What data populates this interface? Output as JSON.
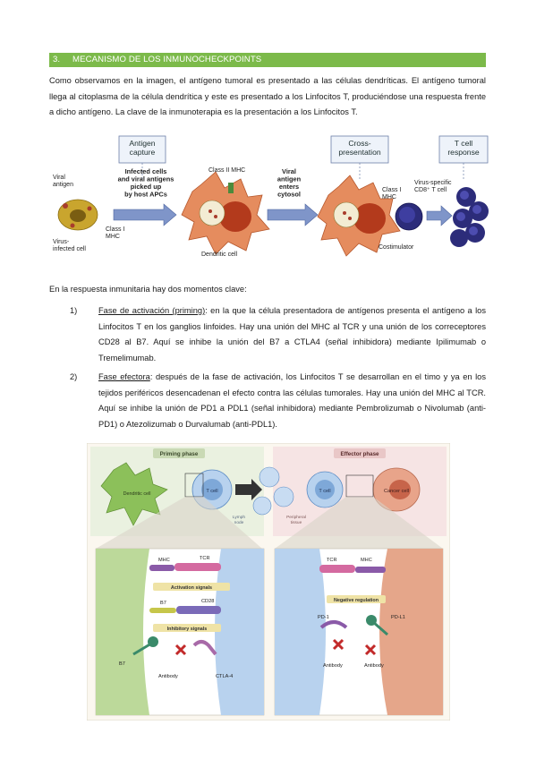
{
  "section": {
    "number": "3.",
    "title": "MECANISMO DE LOS INMUNOCHECKPOINTS",
    "color": "#7cba4a"
  },
  "intro_text": "Como observamos en la imagen, el antígeno tumoral es presentado a las células dendríticas. El antígeno tumoral llega al citoplasma de la célula dendrítica y este es presentado a los Linfocitos T, produciéndose una respuesta frente a dicho antígeno. La clave de la inmunoterapia es la presentación a los Linfocitos T.",
  "figure1": {
    "stage_antigen_capture": "Antigen capture",
    "stage_cross_presentation": "Cross-presentation",
    "stage_t_cell_response": "T cell response",
    "label_viral_antigen": "Viral antigen",
    "label_virus_infected": "Virus-infected cell",
    "label_class1_mhc_left": "Class I MHC",
    "label_infected_cells": "Infected cells and viral antigens picked up by host APCs",
    "label_class2_mhc": "Class II MHC",
    "label_dendritic_cell": "Dendritic cell",
    "label_viral_enters": "Viral antigen enters cytosol",
    "label_class1_mhc_right": "Class I MHC",
    "label_virus_specific": "Virus-specific CD8⁺ T cell",
    "label_costimulator": "Costimulator"
  },
  "moments_text": "En la respuesta inmunitaria hay dos momentos clave:",
  "list": [
    {
      "num": "1)",
      "term": "Fase de activación (priming)",
      "text": ": en la que la célula presentadora de antígenos presenta el antígeno a los Linfocitos T en los ganglios linfoides. Hay una unión del MHC al TCR y una unión de los correceptores CD28 al B7. Aquí se inhibe la unión del B7 a CTLA4 (señal inhibidora) mediante Ipilimumab o Tremelimumab."
    },
    {
      "num": "2)",
      "term": "Fase efectora",
      "text": ": después de la fase de activación, los Linfocitos T se desarrollan en el timo y ya en los tejidos periféricos desencadenan el efecto contra las células tumorales. Hay una unión del MHC al TCR. Aquí se inhibe la unión de PD1 a PDL1 (señal inhibidora) mediante Pembrolizumab o Nivolumab (anti-PD1) o Atezolizumab o Durvalumab (anti-PDL1)."
    }
  ],
  "figure2": {
    "priming_phase": "Priming phase",
    "effector_phase": "Effector phase",
    "dendritic_cell": "Dendritic cell",
    "t_cell_left": "T cell",
    "t_cell_right": "T cell",
    "cancer_cell": "Cancer cell",
    "lymph_node": "Lymph node",
    "peripheral_tissue": "Peripheral tissue",
    "mhc_left": "MHC",
    "tcr_left": "TCR",
    "activation_signals": "Activation signals",
    "b7_top": "B7",
    "cd28": "CD28",
    "inhibitory_signals": "Inhibitory signals",
    "b7_bottom": "B7",
    "antibody_left": "Antibody",
    "ctla4": "CTLA-4",
    "tcr_right": "TCR",
    "mhc_right": "MHC",
    "negative_regulation": "Negative regulation",
    "pd1": "PD-1",
    "pdl1": "PD-L1",
    "antibody_right1": "Antibody",
    "antibody_right2": "Antibody"
  }
}
